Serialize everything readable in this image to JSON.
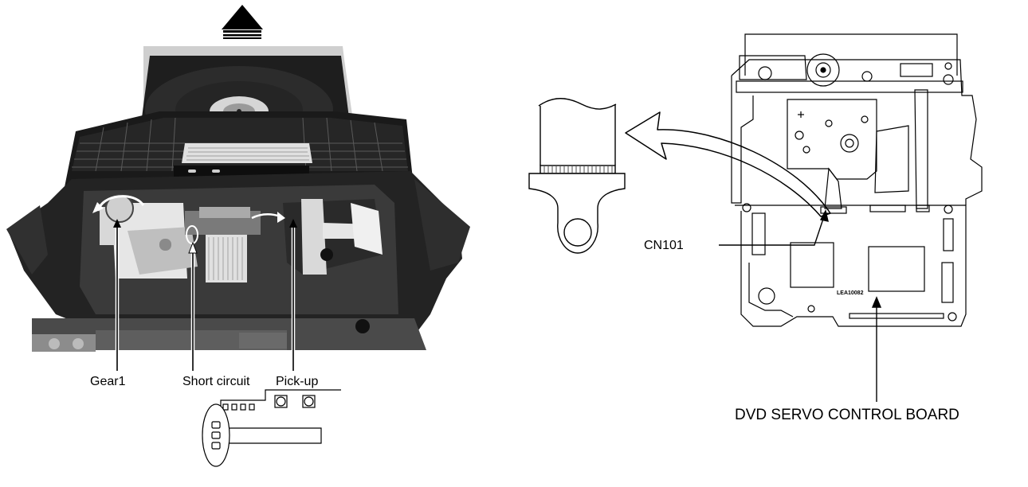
{
  "labels": {
    "gear1": "Gear1",
    "short_circuit": "Short circuit",
    "pick_up": "Pick-up",
    "cn101": "CN101",
    "servo_board": "DVD SERVO CONTROL BOARD",
    "board_code": "LEA10082"
  },
  "colors": {
    "tray_dark": "#1a1a1a",
    "tray_mid": "#3a3a3a",
    "metal": "#9a9a9a",
    "line": "#000000",
    "paper": "#ffffff"
  },
  "icons": {
    "eject_direction": "up-arrow-icon",
    "connector_direction": "curved-arrow-icon"
  }
}
